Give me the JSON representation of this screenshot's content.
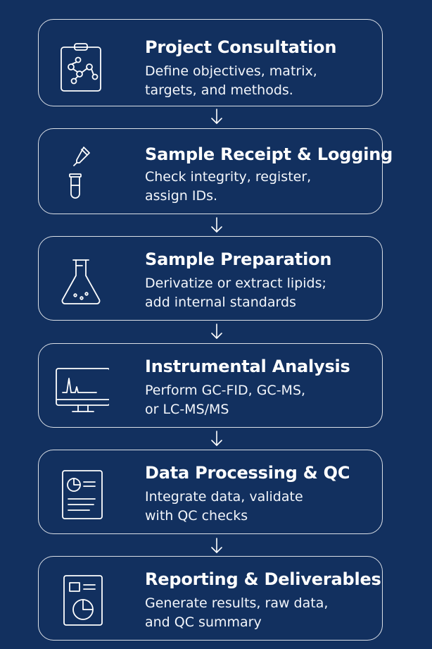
{
  "colors": {
    "background": "#12305f",
    "stroke": "#ffffff"
  },
  "steps": [
    {
      "icon": "clipboard-molecule-icon",
      "title": "Project Consultation",
      "description": "Define objectives, matrix,\ntargets, and methods."
    },
    {
      "icon": "pipette-test-tube-icon",
      "title": "Sample Receipt & Logging",
      "description": "Check integrity, register,\nassign IDs."
    },
    {
      "icon": "flask-icon",
      "title": "Sample Preparation",
      "description": "Derivatize or extract lipids;\nadd internal standards"
    },
    {
      "icon": "monitor-chromatogram-icon",
      "title": "Instrumental Analysis",
      "description": "Perform GC-FID, GC-MS,\nor LC-MS/MS"
    },
    {
      "icon": "document-chart-icon",
      "title": "Data Processing & QC",
      "description": "Integrate data, validate\nwith QC checks"
    },
    {
      "icon": "report-pie-icon",
      "title": "Reporting & Deliverables",
      "description": "Generate results, raw data,\nand QC summary"
    }
  ],
  "connector_icon": "arrow-down-icon"
}
